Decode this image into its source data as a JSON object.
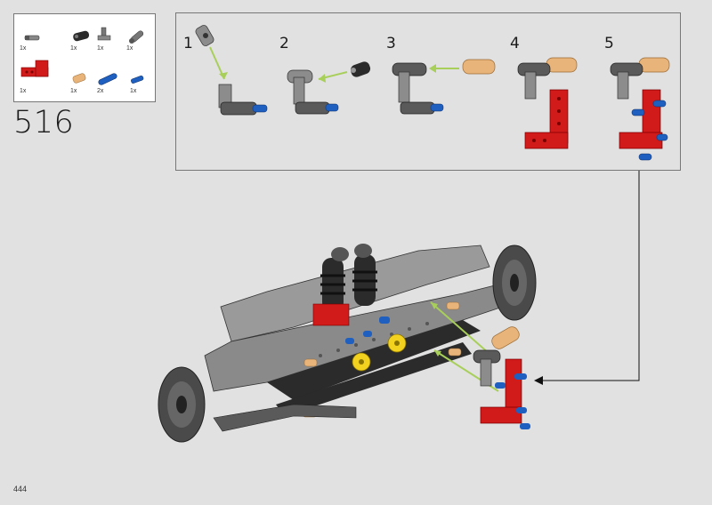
{
  "step": {
    "number": "516"
  },
  "page": {
    "number": "444"
  },
  "parts_list": [
    {
      "qty": "1x",
      "icon": "gray-axle-pin-icon"
    },
    {
      "qty": "1x",
      "icon": "black-connector-icon"
    },
    {
      "qty": "1x",
      "icon": "gray-angle-connector-icon"
    },
    {
      "qty": "1x",
      "icon": "gray-angle-connector-2-icon"
    },
    {
      "qty": "1x",
      "icon": "red-l-beam-icon"
    },
    {
      "qty": "1x",
      "icon": "tan-bush-icon"
    },
    {
      "qty": "2x",
      "icon": "blue-pin-icon"
    },
    {
      "qty": "1x",
      "icon": "blue-short-pin-icon"
    }
  ],
  "substeps": [
    {
      "label": "1"
    },
    {
      "label": "2"
    },
    {
      "label": "3"
    },
    {
      "label": "4"
    },
    {
      "label": "5"
    }
  ],
  "colors": {
    "background": "#e1e1e1",
    "lego_red": "#d11a1a",
    "lego_gray": "#8c8c8c",
    "lego_dark": "#2b2b2b",
    "lego_blue": "#1f5fbf",
    "lego_tan": "#e8b47a",
    "lego_yellow": "#f2d21f",
    "arrow_green": "#a8cf5a"
  }
}
